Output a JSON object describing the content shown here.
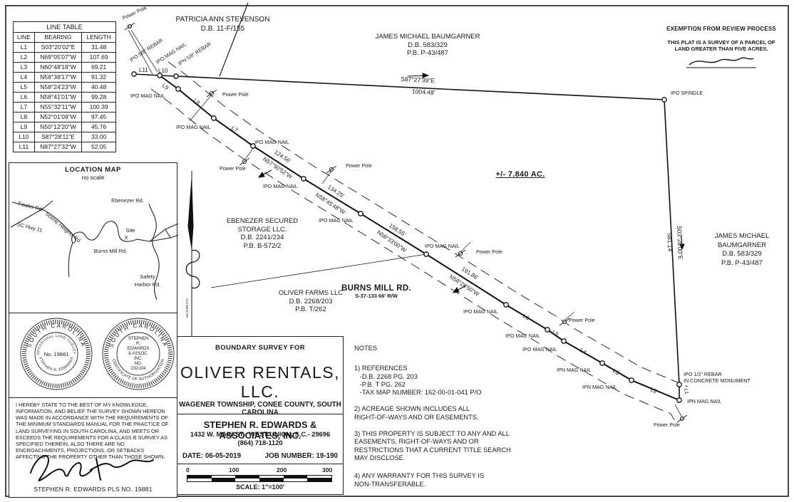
{
  "header": {
    "stevenson_name": "PATRICIA ANN STEVENSON",
    "stevenson_deed": "D.B. 11-F/155",
    "baumgarner_top_name": "JAMES MICHAEL BAUMGARNER",
    "baumgarner_top_deed": "D.B. 583/329",
    "baumgarner_top_plat": "P.B. P-43/487",
    "exemption_title": "EXEMPTION FROM REVIEW PROCESS",
    "exemption_body": "THIS PLAT IS A SURVEY OF A PARCEL OF\nLAND GREATER THAN FIVE ACRES."
  },
  "owners": {
    "baumgarner_right": {
      "line1": "JAMES MICHAEL",
      "line2": "BAUMGARNER",
      "line3": "D.B. 583/329",
      "line4": "P.B. P-43/487"
    },
    "ebenezer": {
      "line1": "EBENEZER SECURED",
      "line2": "STORAGE LLC.",
      "line3": "D.B. 2241/234",
      "line4": "P.B. B-572/2"
    },
    "oliver_farms": {
      "line1": "OLIVER FARMS LLC",
      "line2": "D.B. 2268/203",
      "line3": "P.B. T/262"
    }
  },
  "survey": {
    "acreage": "+/- 7.840 AC.",
    "road_name": "BURNS MILL RD.",
    "road_detail": "S-37-133   66' R/W",
    "bearing_top": "S87°27'39\"E",
    "dist_top": "1004.48'",
    "bearing_right": "S03°20'00\"E",
    "dist_right": "581.14'",
    "seg1_dist": "124.56'",
    "seg1_brg": "N57°50'52\"W",
    "seg2_dist": "134.25'",
    "seg2_brg": "N58°45'48\"W",
    "seg3_dist": "158.55'",
    "seg3_brg": "N58°33'00\"W",
    "seg4_dist": "191.86'",
    "seg4_brg": "N58°28'50\"W",
    "markers": {
      "power_pole": "Power Pole",
      "ipo_mag_nail": "IPO MAG NAIL",
      "ipn_mag_nail": "IPN MAG NAIL",
      "ipo_spindle": "IPO SPINDLE",
      "ipo_rebar": "IPO 5/8\" REBAR",
      "ipn_rebar": "IPN 5/8\" REBAR",
      "monument1": "IPO 1/2\" REBAR",
      "monument2": "IN CONCRETE MONUMENT",
      "magnetic": "MAGNETIC"
    },
    "line_ids": {
      "L1": "L1",
      "L2": "L2",
      "L3": "L3",
      "L4": "L4",
      "L5": "L5",
      "L6": "L6",
      "L7": "L7",
      "L8": "L8",
      "L9": "L9",
      "L10": "L10",
      "L11": "L11"
    }
  },
  "line_table": {
    "title": "LINE TABLE",
    "headers": [
      "LINE",
      "BEARING",
      "LENGTH"
    ],
    "rows": [
      [
        "L1",
        "S03°20'02\"E",
        "31.48"
      ],
      [
        "L2",
        "N69°05'07\"W",
        "107.69"
      ],
      [
        "L3",
        "N60°48'18\"W",
        "69.21"
      ],
      [
        "L4",
        "N58°38'17\"W",
        "91.32"
      ],
      [
        "L5",
        "N58°24'23\"W",
        "40.48"
      ],
      [
        "L6",
        "N58°41'01\"W",
        "99.28"
      ],
      [
        "L7",
        "N55°32'11\"W",
        "100.39"
      ],
      [
        "L8",
        "N52°01'09\"W",
        "97.45"
      ],
      [
        "L9",
        "N50°12'20\"W",
        "45.76"
      ],
      [
        "L10",
        "S87°28'11\"E",
        "33.00"
      ],
      [
        "L11",
        "N87°27'32\"W",
        "52.05"
      ]
    ]
  },
  "location_map": {
    "title": "LOCATION MAP",
    "subtitle": "no scale",
    "fowler": "Fowler Rd.",
    "sc_hwy": "SC Hwy 11",
    "scenic": "Scenic Heights Rd.",
    "ebenezer": "Ebenezer Rd.",
    "burns_mill": "Burns Mill Rd.",
    "site": "Site",
    "site_x": "X",
    "safety1": "Safety",
    "safety2": "Harbor Rd."
  },
  "seals": {
    "pls": {
      "arc_top": "SOUTH CAROLINA",
      "arc_inner": "PROFESSIONAL LAND SURVEYOR",
      "center": "No. 19881",
      "arc_bottom": "STEPHEN R. EDWARDS"
    },
    "coa": {
      "arc_top": "SOUTH CAROLINA",
      "arc_bottom": "CERTIFICATE OF AUTHORIZATION",
      "l1": "STEPHEN",
      "l2": "R.",
      "l3": "EDWARDS",
      "l4": "& ASSOC.",
      "l5": "INC.",
      "l6": "NO.",
      "l7": "C02104"
    }
  },
  "certification": {
    "text": "I HEREBY STATE TO THE BEST OF MY KNOWLEDGE, INFORMATION, AND BELIEF THE SURVEY SHOWN HEREON WAS MADE IN ACCORDANCE WITH THE REQUIREMENTS OF THE MINIMUM STANDARDS MANUAL FOR THE PRACTICE OF LAND SURVEYING IN SOUTH CAROLINA, AND MEETS OR EXCEEDS THE REQUIREMENTS FOR A CLASS B SURVEY AS SPECIFIED THEREIN, ALSO THERE ARE NO ENCROACHMENTS, PROJECTIONS, OR SETBACKS AFFECTING THE PROPERTY OTHER THAN THOSE SHOWN.",
    "signed": "STEPHEN R. EDWARDS PLS NO. 19881"
  },
  "title_block": {
    "heading": "BOUNDARY SURVEY FOR",
    "client": "OLIVER RENTALS, LLC.",
    "location": "WAGENER TOWNSHIP, CONEE COUNTY, SOUTH CAROLINA",
    "firm": "STEPHEN R. EDWARDS & ASSOCIATES, INC.",
    "address": "1432 W. MAIN ST.- WEST UNION, S.C.- 29696",
    "phone": "(864) 718-1120",
    "date": "DATE: 06-05-2019",
    "job": "JOB NUMBER: 19-190",
    "ticks": [
      "0",
      "100",
      "200",
      "300"
    ],
    "scale": "SCALE:  1\"=100'"
  },
  "notes": {
    "title": "NOTES",
    "n1": "1) REFERENCES\n   -D.B. 2268 PG. 203\n   -P.B. T PG. 262\n   -TAX MAP NUMBER: 162-00-01-041 P/O",
    "n2": "2) ACREAGE SHOWN INCLUDES ALL\nRIGHT-OF-WAYS AND OR EASEMENTS.",
    "n3": "3) THIS PROPERTY IS SUBJECT TO ANY AND ALL\nEASEMENTS, RIGHT-OF-WAYS AND OR\nRESTRICTIONS THAT A CURRENT TITLE SEARCH\nMAY DISCLOSE.",
    "n4": "4) ANY WARRANTY FOR THIS SURVEY IS\nNON-TRANSFERABLE."
  }
}
